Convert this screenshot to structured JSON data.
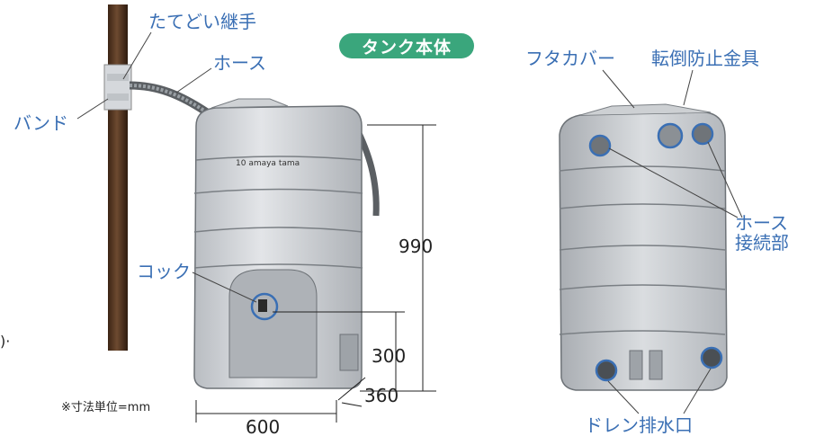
{
  "badge": "タンク本体",
  "labels": {
    "joint": "たてどい継手",
    "hose": "ホース",
    "band": "バンド",
    "cock": "コック",
    "lid_cover": "フタカバー",
    "tip_guard": "転倒防止金具",
    "hose_conn_1": "ホース",
    "hose_conn_2": "接続部",
    "drain": "ドレン排水口",
    "unit_note": "※寸法単位=mm",
    "left_edge": ")·"
  },
  "dimensions": {
    "height": "990",
    "cock_height": "300",
    "depth": "360",
    "width": "600"
  },
  "colors": {
    "label_blue": "#3a6fb4",
    "badge_green": "#3aa67c",
    "pipe_brown": "#5a3b24",
    "tank_gray": "#c9ccd0"
  }
}
